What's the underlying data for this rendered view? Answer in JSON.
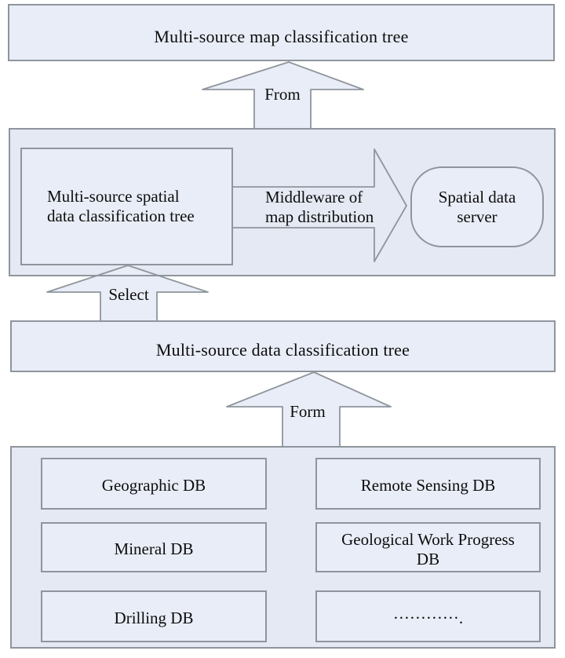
{
  "colors": {
    "box_fill": "#e9edf7",
    "container_fill": "#e4e9f3",
    "border": "#8e959c",
    "text": "#0d0d0d"
  },
  "top_box": {
    "label": "Multi-source map classification tree"
  },
  "arrows": {
    "from_label": "From",
    "select_label": "Select",
    "form_label": "Form"
  },
  "middle_section": {
    "spatial_tree_box": {
      "line1": "Multi-source spatial",
      "line2": "data classification tree"
    },
    "middleware_arrow": {
      "line1": "Middleware of",
      "line2": "map distribution"
    },
    "server": {
      "line1": "Spatial data",
      "line2": "server"
    }
  },
  "data_tree_box": {
    "label": "Multi-source data classification tree"
  },
  "database_section": {
    "left_column": [
      "Geographic DB",
      "Mineral DB",
      "Drilling DB"
    ],
    "right_column": [
      "Remote Sensing DB",
      "Geological Work Progress DB",
      "············."
    ]
  }
}
